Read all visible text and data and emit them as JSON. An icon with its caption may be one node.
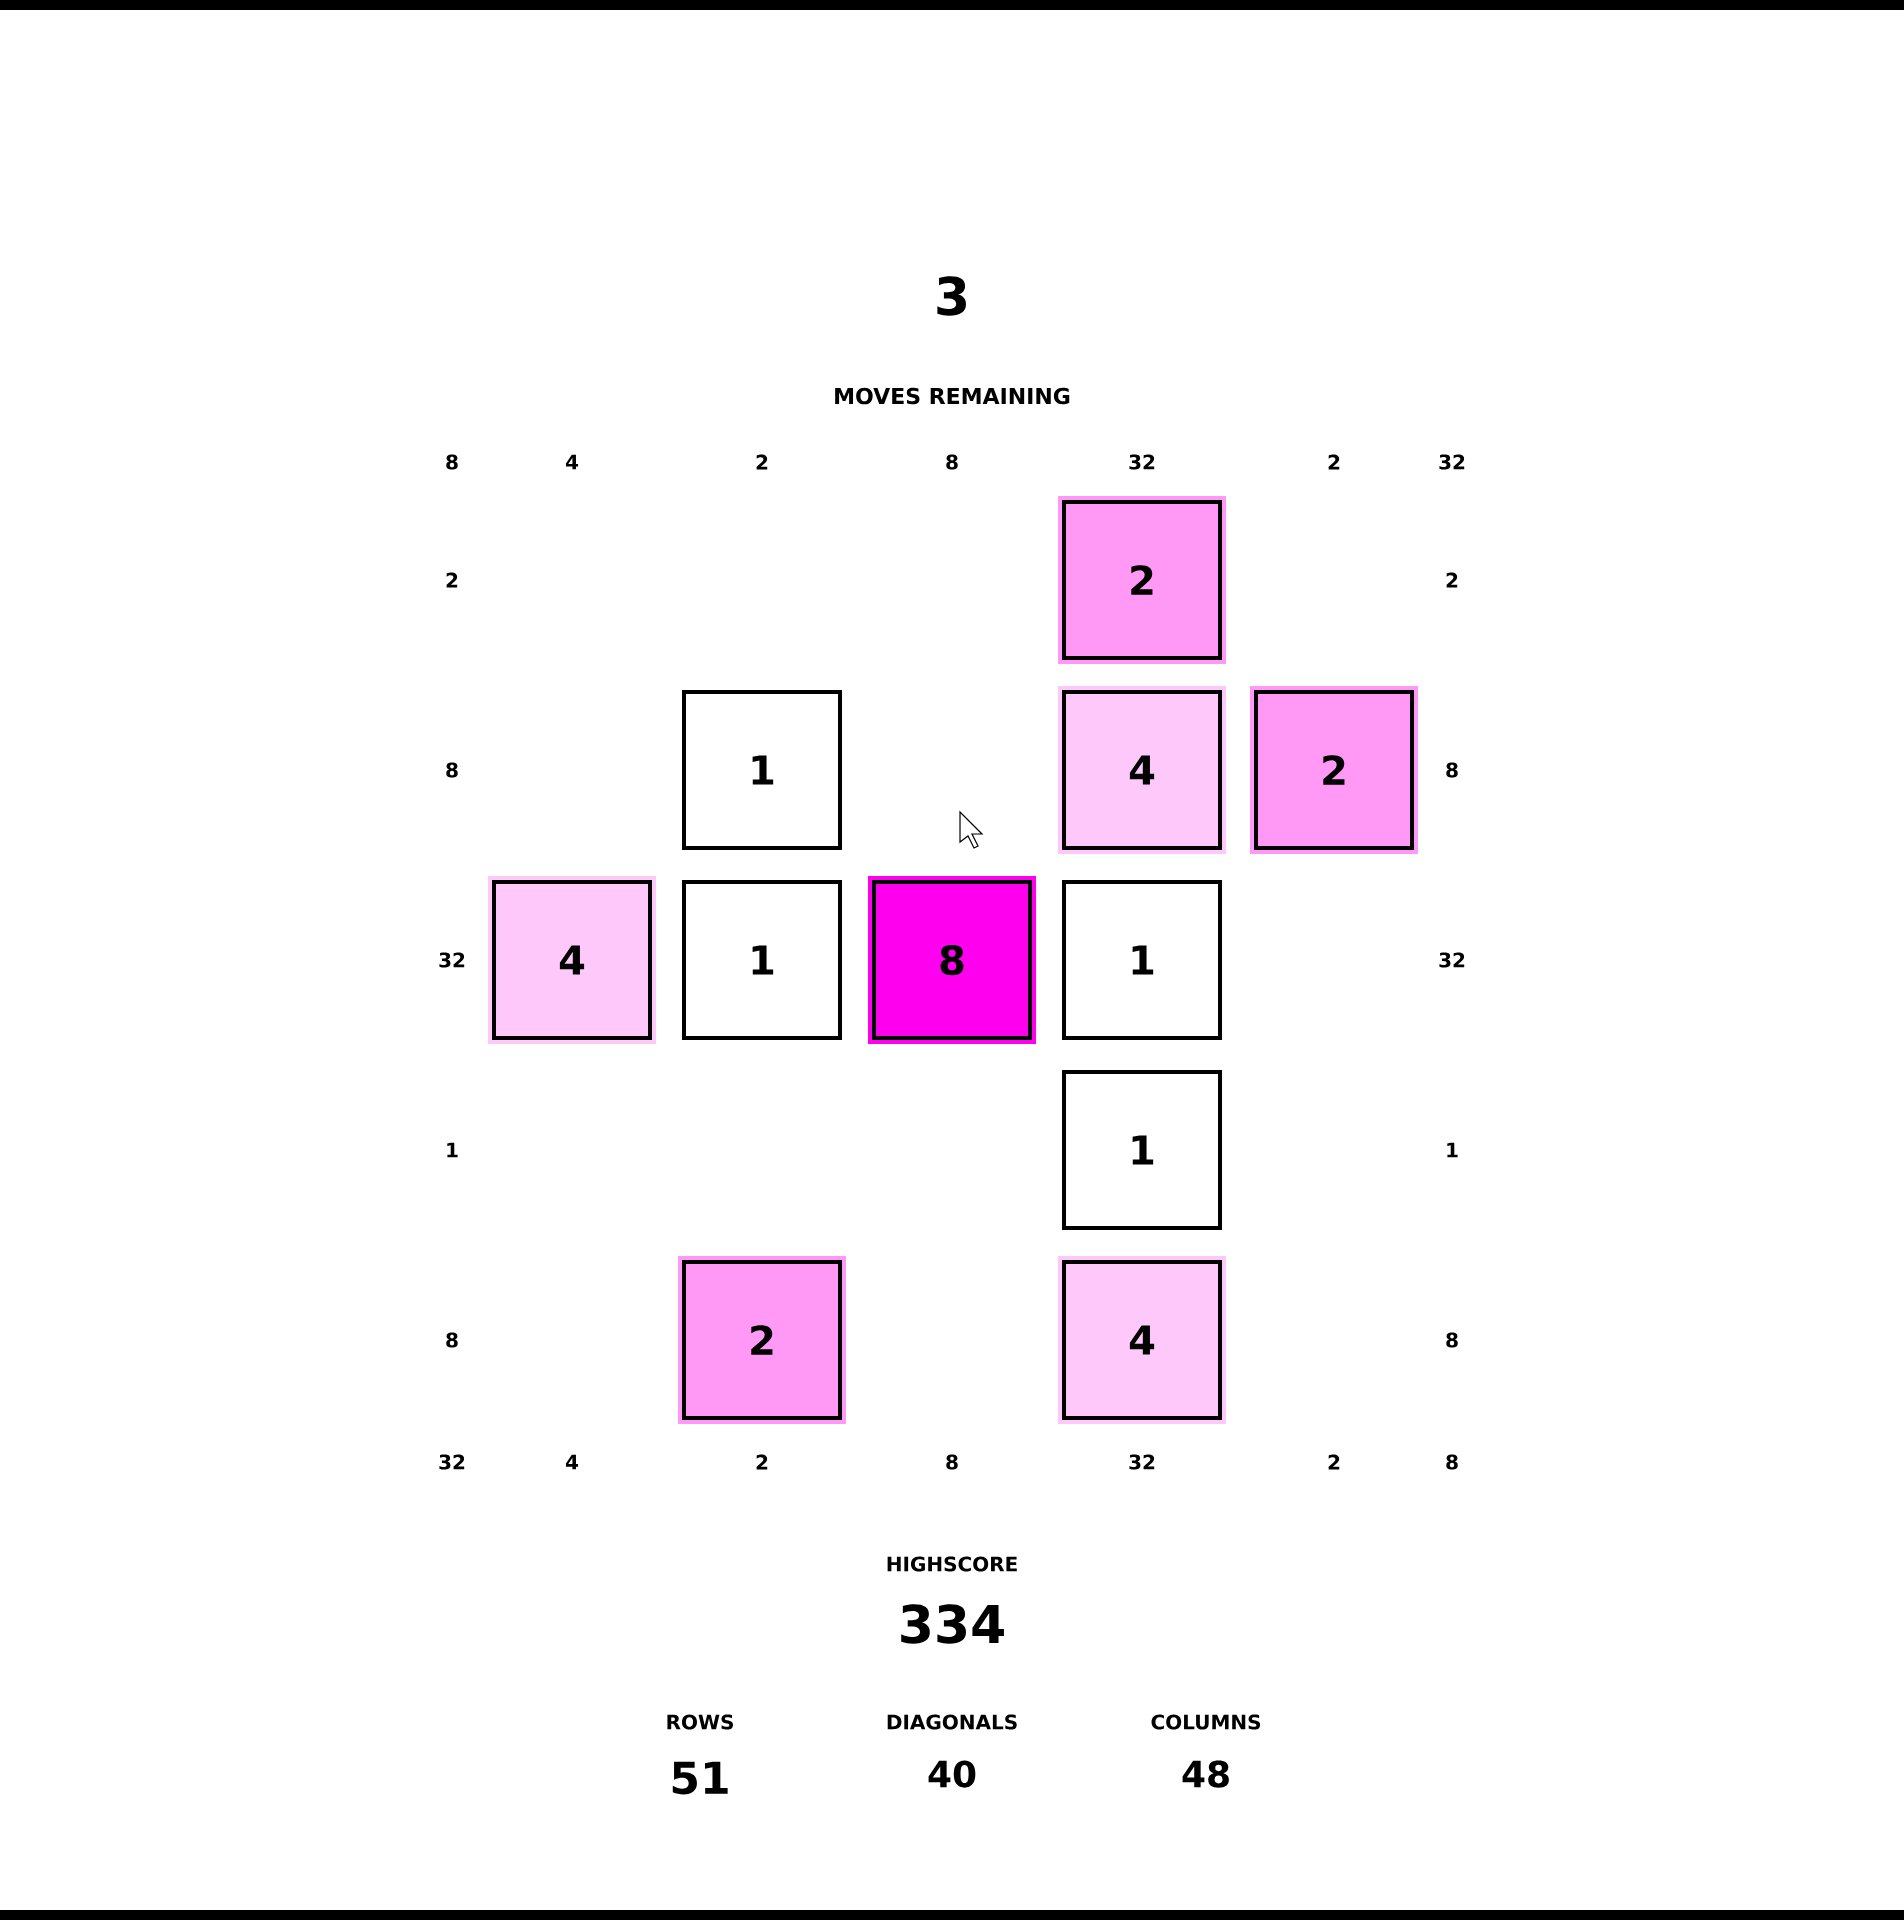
{
  "diagram": {
    "nodes": [
      {
        "text": [
          "2"
        ]
      },
      {
        "text": [
          "1"
        ]
      },
      {
        "text": [
          "4"
        ]
      },
      {
        "text": [
          "2"
        ]
      },
      {
        "text": [
          "4"
        ]
      },
      {
        "text": [
          "1"
        ]
      },
      {
        "text": [
          "8"
        ]
      },
      {
        "text": [
          "1"
        ]
      },
      {
        "text": [
          "1"
        ]
      },
      {
        "text": [
          "2"
        ]
      },
      {
        "text": [
          "4"
        ]
      }
    ],
    "labels": [
      "3",
      "MOVES REMAINING",
      "8",
      "4",
      "2",
      "8",
      "32",
      "2",
      "32",
      "2",
      "2",
      "8",
      "8",
      "32",
      "32",
      "1",
      "1",
      "8",
      "8",
      "32",
      "4",
      "2",
      "8",
      "32",
      "2",
      "8",
      "HIGHSCORE",
      "334",
      "ROWS",
      "DIAGONALS",
      "COLUMNS",
      "51",
      "40",
      "48"
    ]
  }
}
